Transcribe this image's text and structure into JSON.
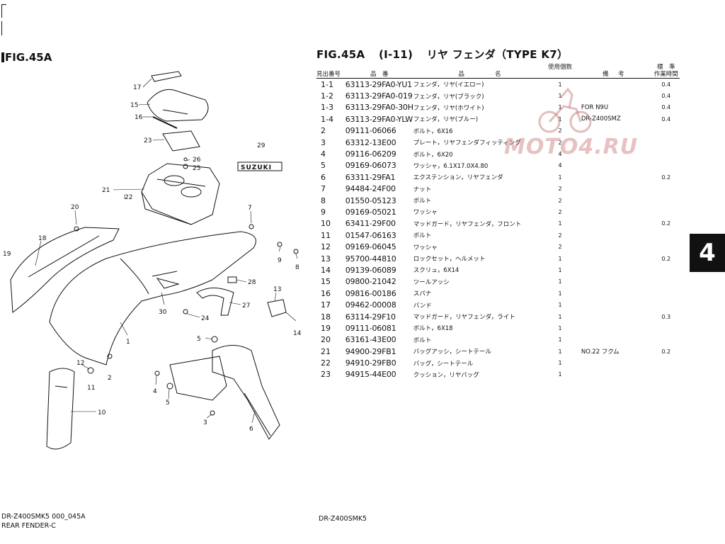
{
  "figure_label": "FIG.45A",
  "title": {
    "fig": "FIG.45A",
    "ref": "(I-11)",
    "name": "リヤ フェンダ（TYPE K7）"
  },
  "header": {
    "ref_no": "見出番号",
    "part_no": "品　番",
    "desc_left": "品",
    "desc_right": "名",
    "qty": "使用個数",
    "remarks_left": "備",
    "remarks_right": "考",
    "std_top": "標　準",
    "std_bottom": "作業時間"
  },
  "rows": [
    {
      "ref": "1-1",
      "pn": "63113-29FA0-YU1",
      "desc": "フェンダ，リヤ(イエロー)",
      "qty": "1",
      "rem": "",
      "std": "0.4"
    },
    {
      "ref": "1-2",
      "pn": "63113-29FA0-019",
      "desc": "フェンダ，リヤ(ブラック)",
      "qty": "1",
      "rem": "",
      "std": "0.4"
    },
    {
      "ref": "1-3",
      "pn": "63113-29FA0-30H",
      "desc": "フェンダ，リヤ(ホワイト)",
      "qty": "1",
      "rem": "FOR N9U",
      "std": "0.4"
    },
    {
      "ref": "1-4",
      "pn": "63113-29FA0-YLW",
      "desc": "フェンダ，リヤ(ブルー)",
      "qty": "1",
      "rem": "DR-Z400SMZ",
      "std": "0.4"
    },
    {
      "ref": "2",
      "pn": "09111-06066",
      "desc": "ボルト，6X16",
      "qty": "2",
      "rem": "",
      "std": ""
    },
    {
      "ref": "3",
      "pn": "63312-13E00",
      "desc": "プレート，リヤフェンダフィッティング",
      "qty": "2",
      "rem": "",
      "std": ""
    },
    {
      "ref": "4",
      "pn": "09116-06209",
      "desc": "ボルト，6X20",
      "qty": "4",
      "rem": "",
      "std": ""
    },
    {
      "ref": "5",
      "pn": "09169-06073",
      "desc": "ワッシャ，6.1X17.0X4.80",
      "qty": "4",
      "rem": "",
      "std": ""
    },
    {
      "ref": "6",
      "pn": "63311-29FA1",
      "desc": "エクステンション，リヤフェンダ",
      "qty": "1",
      "rem": "",
      "std": "0.2"
    },
    {
      "ref": "7",
      "pn": "94484-24F00",
      "desc": "ナット",
      "qty": "2",
      "rem": "",
      "std": ""
    },
    {
      "ref": "8",
      "pn": "01550-05123",
      "desc": "ボルト",
      "qty": "2",
      "rem": "",
      "std": ""
    },
    {
      "ref": "9",
      "pn": "09169-05021",
      "desc": "ワッシャ",
      "qty": "2",
      "rem": "",
      "std": ""
    },
    {
      "ref": "10",
      "pn": "63411-29F00",
      "desc": "マッドガード，リヤフェンダ，フロント",
      "qty": "1",
      "rem": "",
      "std": "0.2"
    },
    {
      "ref": "11",
      "pn": "01547-06163",
      "desc": "ボルト",
      "qty": "2",
      "rem": "",
      "std": ""
    },
    {
      "ref": "12",
      "pn": "09169-06045",
      "desc": "ワッシャ",
      "qty": "2",
      "rem": "",
      "std": ""
    },
    {
      "ref": "13",
      "pn": "95700-44810",
      "desc": "ロックセット，ヘルメット",
      "qty": "1",
      "rem": "",
      "std": "0.2"
    },
    {
      "ref": "14",
      "pn": "09139-06089",
      "desc": "スクリュ，6X14",
      "qty": "1",
      "rem": "",
      "std": ""
    },
    {
      "ref": "15",
      "pn": "09800-21042",
      "desc": "ツールアッシ",
      "qty": "1",
      "rem": "",
      "std": ""
    },
    {
      "ref": "16",
      "pn": "09816-00186",
      "desc": "スパナ",
      "qty": "1",
      "rem": "",
      "std": ""
    },
    {
      "ref": "17",
      "pn": "09462-00008",
      "desc": "バンド",
      "qty": "1",
      "rem": "",
      "std": ""
    },
    {
      "ref": "18",
      "pn": "63114-29F10",
      "desc": "マッドガード，リヤフェンダ，ライト",
      "qty": "1",
      "rem": "",
      "std": "0.3"
    },
    {
      "ref": "19",
      "pn": "09111-06081",
      "desc": "ボルト，6X18",
      "qty": "1",
      "rem": "",
      "std": ""
    },
    {
      "ref": "20",
      "pn": "63161-43E00",
      "desc": "ボルト",
      "qty": "1",
      "rem": "",
      "std": ""
    },
    {
      "ref": "21",
      "pn": "94900-29FB1",
      "desc": "バッグアッシ，シートテール",
      "qty": "1",
      "rem": "NO.22 フクム",
      "std": "0.2"
    },
    {
      "ref": "22",
      "pn": "94910-29FB0",
      "desc": "バッグ，シートテール",
      "qty": "1",
      "rem": "",
      "std": ""
    },
    {
      "ref": "23",
      "pn": "94915-44E00",
      "desc": "クッション，リヤバッグ",
      "qty": "1",
      "rem": "",
      "std": ""
    }
  ],
  "section_tab": "4",
  "watermark": "MOTO4.RU",
  "diagram": {
    "callouts": [
      "17",
      "15",
      "16",
      "23",
      "26",
      "25",
      "29",
      "21",
      "22",
      "20",
      "7",
      "18",
      "19",
      "9",
      "8",
      "28",
      "27",
      "13",
      "14",
      "30",
      "24",
      "1",
      "5",
      "12",
      "11",
      "2",
      "4",
      "5",
      "3",
      "6",
      "10"
    ],
    "emblem": "SUZUKI"
  },
  "footer": {
    "left_line1": "DR-Z400SMK5 000_045A",
    "left_line2": "REAR FENDER-C",
    "right": "DR-Z400SMK5"
  },
  "colors": {
    "ink": "#111111",
    "paper": "#ffffff",
    "watermark": "#c87878"
  }
}
